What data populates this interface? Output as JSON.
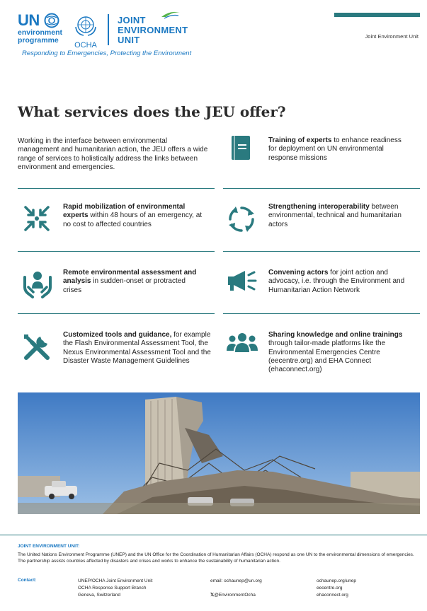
{
  "header": {
    "unep_un": "UN",
    "unep_line1": "environment",
    "unep_line2": "programme",
    "ocha": "OCHA",
    "jeu_line1": "JOINT",
    "jeu_line2": "ENVIRONMENT",
    "jeu_line3": "UNIT",
    "tagline": "Responding to Emergencies, Protecting the Environment",
    "top_label": "Joint Environment Unit"
  },
  "colors": {
    "teal": "#2a7a7f",
    "blue": "#1a78c2",
    "green": "#55b44a"
  },
  "title": "What services does the JEU offer?",
  "intro": "Working in the interface between environmental management and humanitarian action, the JEU offers a wide range of services to holistically address the links between environment and emergencies.",
  "services": [
    {
      "icon": "book-icon",
      "bold": "Training of experts",
      "rest": " to enhance readiness for deployment on UN environmental response missions"
    },
    {
      "icon": "converge-arrows-icon",
      "bold": "Rapid mobilization of environmental experts",
      "rest": " within 48 hours of an emergency, at no cost to affected countries"
    },
    {
      "icon": "cycle-arrows-icon",
      "bold": "Strengthening interoperability",
      "rest": " between environmental, technical and humanitarian actors"
    },
    {
      "icon": "hands-person-icon",
      "bold": "Remote environmental assessment and analysis",
      "rest": " in sudden-onset or protracted crises"
    },
    {
      "icon": "megaphone-icon",
      "bold": "Convening actors",
      "rest": " for joint action and advocacy, i.e. through the Environment and Humanitarian Action Network"
    },
    {
      "icon": "tools-icon",
      "bold": "Customized tools and guidance,",
      "rest": " for example the Flash Environmental Assessment Tool, the Nexus Environmental Assessment Tool and the Disaster Waste Management Guidelines"
    },
    {
      "icon": "people-group-icon",
      "bold": "Sharing knowledge and online trainings",
      "rest": " through tailor-made platforms like the Environmental Emergencies Centre (eecentre.org) and EHA Connect (ehaconnect.org)"
    }
  ],
  "footer": {
    "heading": "JOINT ENVIRONMENT UNIT:",
    "description": "The United Nations Environment Programme (UNEP) and the UN Office for the Coordination of Humanitarian Affairs (OCHA) respond as one UN to the environmental dimensions of emergencies. The partnership assists countries affected by disasters and crises and works to enhance the sustainability of humanitarian action.",
    "contact_label": "Contact:",
    "address": [
      "UNEP/OCHA Joint Environment Unit",
      "OCHA Response Support Branch",
      "Geneva, Switzerland"
    ],
    "email": "email: ochaunep@un.org",
    "social": "@EnvironmentOcha",
    "links": [
      "ochaunep.org/unep",
      "eecentre.org",
      "ehaconnect.org"
    ]
  }
}
